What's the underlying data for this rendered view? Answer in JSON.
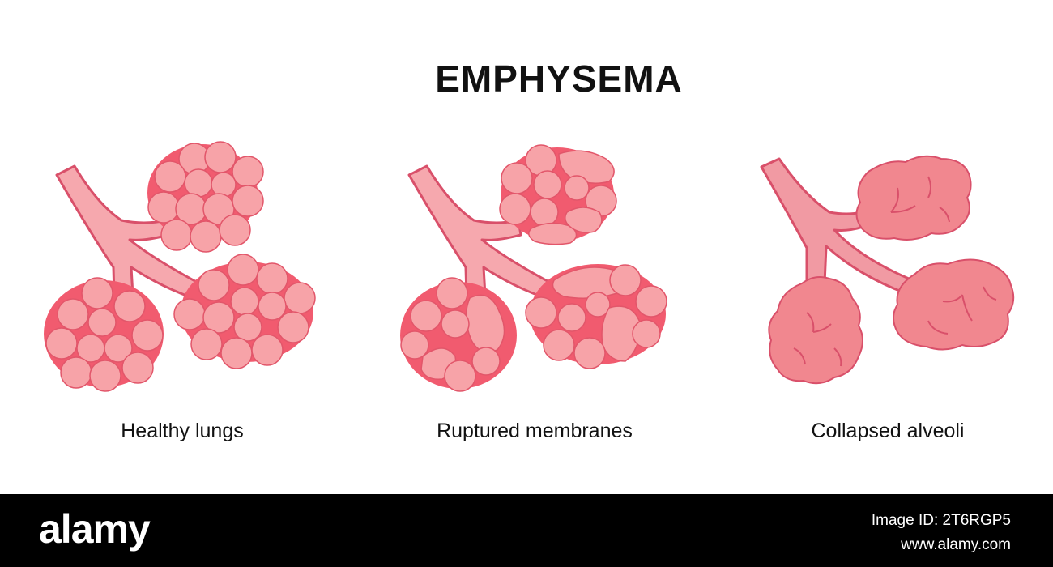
{
  "title": "EMPHYSEMA",
  "panels": [
    {
      "caption": "Healthy lungs"
    },
    {
      "caption": "Ruptured membranes"
    },
    {
      "caption": "Collapsed alveoli"
    }
  ],
  "colors": {
    "alveolus_fill": "#f7a3a8",
    "alveolus_stroke": "#e2566a",
    "airway_fill": "#f6a8ae",
    "airway_stroke": "#d9506a",
    "cluster_gap": "#f15b6f",
    "collapsed_fill": "#f1878f",
    "footer_bg": "#000000"
  },
  "footer": {
    "brand": "alamy",
    "image_id": "Image ID: 2T6RGP5",
    "site": "www.alamy.com"
  }
}
